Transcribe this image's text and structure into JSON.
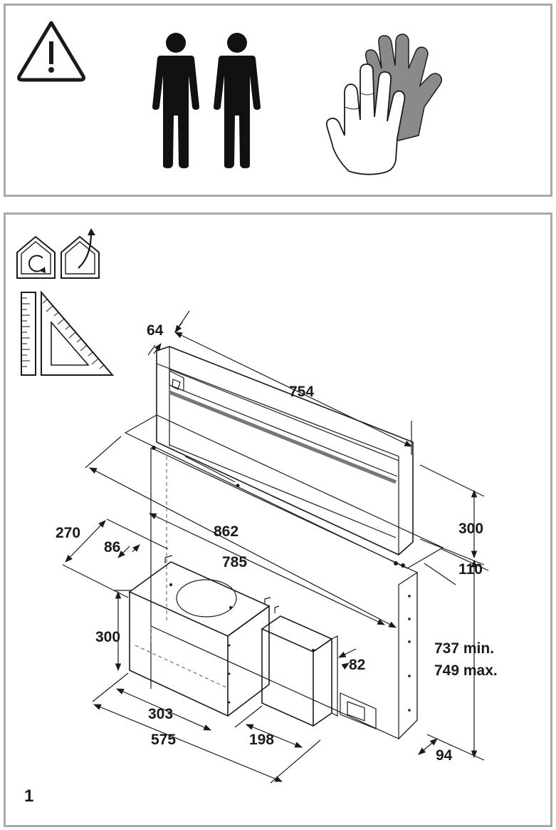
{
  "panels": {
    "safety": {
      "icons": [
        "warning-icon",
        "two-persons-icon",
        "protective-gloves-icon"
      ]
    },
    "installation": {
      "icons": [
        "recirculation-mode-icon",
        "extraction-mode-icon",
        "ruler-icon",
        "set-square-icon"
      ],
      "dimensions": {
        "d64": "64",
        "d754": "754",
        "d300_top": "300",
        "d862": "862",
        "d270": "270",
        "d86": "86",
        "d785": "785",
        "d110": "110",
        "d300_box": "300",
        "d82": "82",
        "d737": "737 min.",
        "d749": "749 max.",
        "d303": "303",
        "d198": "198",
        "d575": "575",
        "d94": "94"
      },
      "figure_number": "1"
    }
  }
}
